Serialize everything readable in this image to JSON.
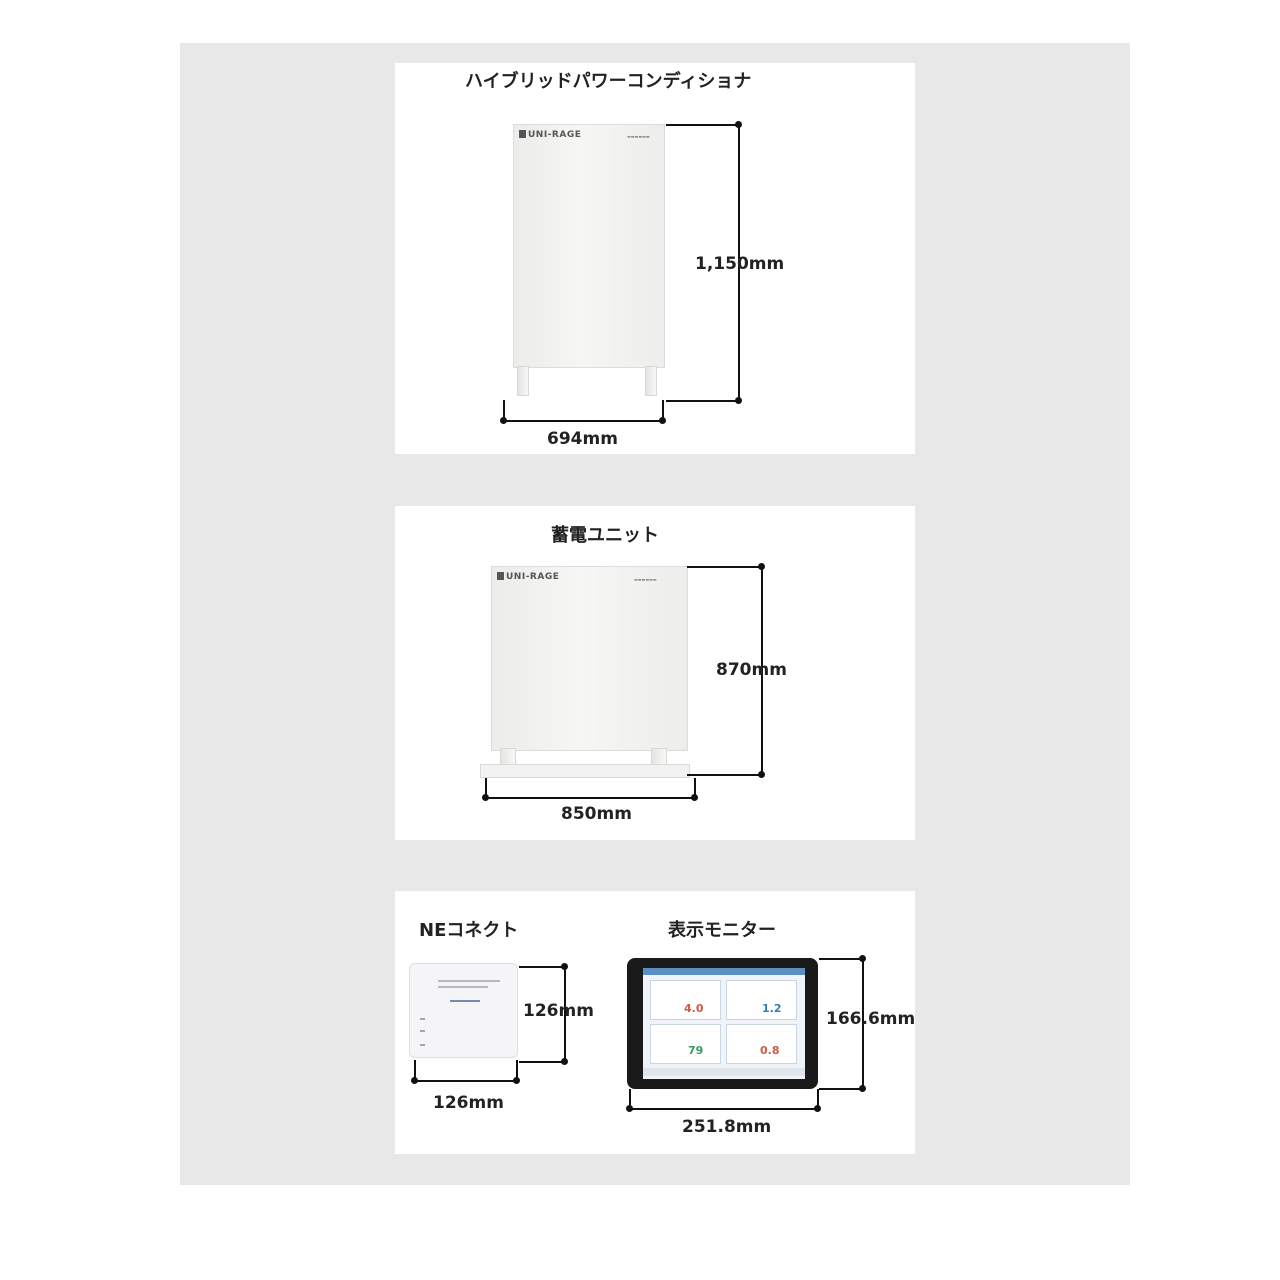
{
  "products": [
    {
      "title": "ハイブリッドパワーコンディショナ",
      "height": "1,150mm",
      "width": "694mm",
      "brand": "UNI-RAGE",
      "icon": "hybrid-inverter-cabinet"
    },
    {
      "title": "蓄電ユニット",
      "height": "870mm",
      "width": "850mm",
      "brand": "UNI-RAGE",
      "icon": "battery-unit-cabinet"
    },
    {
      "title": "NEコネクト",
      "height": "126mm",
      "width": "126mm",
      "icon": "ne-connect-device"
    },
    {
      "title": "表示モニター",
      "height": "166.6mm",
      "width": "251.8mm",
      "icon": "display-monitor",
      "screen_values": [
        "4.0",
        "1.2",
        "79",
        "0.8"
      ]
    }
  ],
  "colors": {
    "backdrop": "#e8e8e8",
    "card": "#ffffff",
    "dimension_line": "#111111"
  }
}
